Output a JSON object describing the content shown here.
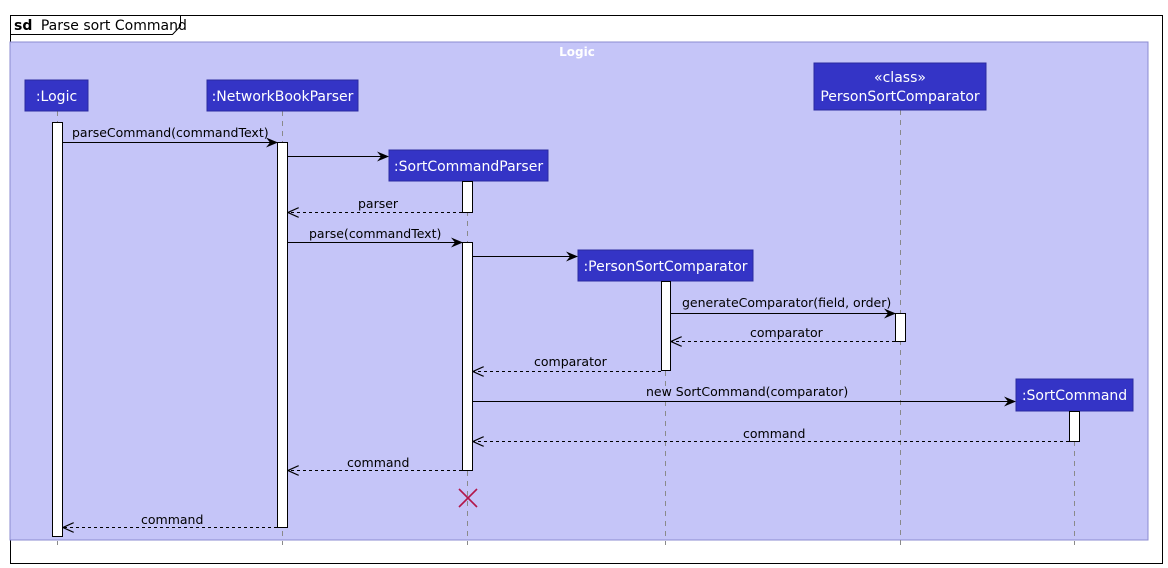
{
  "frame": {
    "keyword": "sd",
    "title": "Parse sort Command"
  },
  "box": {
    "title": "Logic",
    "fill": "#c5c5f8",
    "border": "#8b8bd0"
  },
  "colors": {
    "participant_fill": "#3434c6",
    "participant_text": "#ffffff",
    "lifeline": "#8a8a8a",
    "arrow": "#000000",
    "destroy": "#b3164a"
  },
  "participants": {
    "logic": {
      "label": ":Logic"
    },
    "networkbookparser": {
      "label": ":NetworkBookParser"
    },
    "sortcommandparser": {
      "label": ":SortCommandParser"
    },
    "personsortcomparator": {
      "label": ":PersonSortComparator"
    },
    "personsortcomparator_class": {
      "stereotype": "«class»",
      "label": "PersonSortComparator"
    },
    "sortcommand": {
      "label": ":SortCommand"
    }
  },
  "messages": {
    "m1": {
      "text": "parseCommand(commandText)"
    },
    "m3": {
      "text": "parser"
    },
    "m4": {
      "text": "parse(commandText)"
    },
    "m6": {
      "text": "generateComparator(field, order)"
    },
    "m7": {
      "text": "comparator"
    },
    "m8": {
      "text": "comparator"
    },
    "m9": {
      "text": "new SortCommand(comparator)"
    },
    "m10": {
      "text": "command"
    },
    "m11": {
      "text": "command"
    },
    "m12": {
      "text": "command"
    }
  }
}
